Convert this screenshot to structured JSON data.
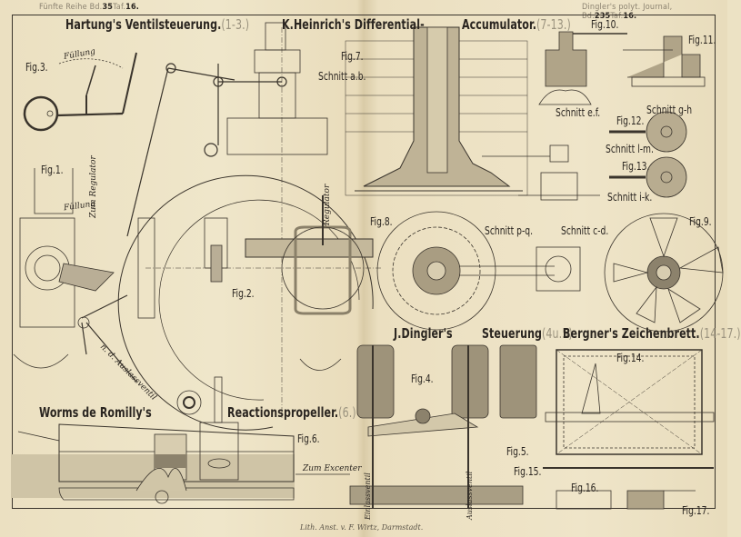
{
  "header": {
    "left": {
      "series": "Fünfte Reihe Bd.",
      "volume": "35",
      "plate_prefix": "Taf.",
      "plate": "16."
    },
    "right": {
      "journal": "Dingler's polyt. Journal, Bd.",
      "volume": "235",
      "plate_prefix": "Taf.",
      "plate": "16."
    }
  },
  "sections": [
    {
      "title": "Hartung's Ventilsteuerung.",
      "range": "(1-3.)"
    },
    {
      "title": "K.Heinrich's Differential-",
      "range": ""
    },
    {
      "title": "Accumulator.",
      "range": "(7-13.)"
    },
    {
      "title": "J.Dingler's",
      "range": ""
    },
    {
      "title": "Steuerung",
      "range": "(4u.5)"
    },
    {
      "title": "Bergner's Zeichenbrett.",
      "range": "(14-17.)"
    },
    {
      "title": "Worms de Romilly's",
      "range": ""
    },
    {
      "title": "Reactionspropeller.",
      "range": "(6.)"
    }
  ],
  "figures": [
    "Fig.1.",
    "Fig.2.",
    "Fig.3.",
    "Fig.4.",
    "Fig.5.",
    "Fig.6.",
    "Fig.7.",
    "Fig.8.",
    "Fig.9.",
    "Fig.10.",
    "Fig.11.",
    "Fig.12.",
    "Fig.13.",
    "Fig.14.",
    "Fig.15.",
    "Fig.16.",
    "Fig.17."
  ],
  "section_labels": {
    "schnitt_ab": "Schnitt a.b.",
    "schnitt_ef": "Schnitt e.f.",
    "schnitt_gh": "Schnitt g-h",
    "schnitt_lm": "Schnitt l-m.",
    "schnitt_ik": "Schnitt i-k.",
    "schnitt_pq": "Schnitt p-q.",
    "schnitt_cd": "Schnitt c-d."
  },
  "annotations": {
    "fuellung_fig3": "Füllung",
    "fuellung_fig1": "Füllung",
    "zum_regulator": "Zum Regulator",
    "regulator": "Regulator",
    "auslassventil_fig1": "n. d. Auslassventil",
    "zum_excenter": "Zum Excenter",
    "einlassventil": "Einlassventil",
    "auslassventil": "Auslassventil"
  },
  "imprint": "Lith. Anst. v. F. Wirtz, Darmstadt."
}
